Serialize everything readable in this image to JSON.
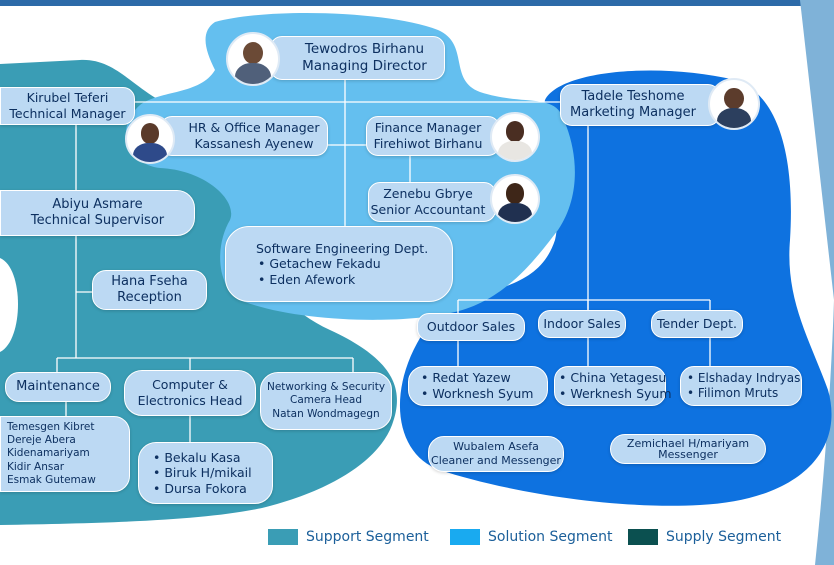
{
  "colors": {
    "support": "#3a9db5",
    "solution": "#19aaf0",
    "supply": "#0b5050",
    "marketing_blob": "#0e72e0",
    "mid_blob": "#64bfef",
    "box_fill": "#bcd9f3",
    "text": "#0d3060"
  },
  "nodes": {
    "md": {
      "lines": [
        "Tewodros Birhanu",
        "Managing Director"
      ]
    },
    "tech_manager": {
      "lines": [
        "Kirubel Teferi",
        "Technical Manager"
      ]
    },
    "hr": {
      "lines": [
        "HR & Office Manager",
        "Kassanesh Ayenew"
      ]
    },
    "finance": {
      "lines": [
        "Finance Manager",
        "Firehiwot Birhanu"
      ]
    },
    "marketing": {
      "lines": [
        "Tadele Teshome",
        "Marketing Manager"
      ]
    },
    "accountant": {
      "lines": [
        "Zenebu Gbrye",
        "Senior Accountant"
      ]
    },
    "software": {
      "title": "Software Engineering Dept.",
      "members": [
        "Getachew Fekadu",
        "Eden Afework"
      ]
    },
    "supervisor": {
      "lines": [
        "Abiyu Asmare",
        "Technical Supervisor"
      ]
    },
    "reception": {
      "lines": [
        "Hana Fseha",
        "Reception"
      ]
    },
    "maintenance": {
      "lines": [
        "Maintenance"
      ]
    },
    "maintenance_staff": {
      "lines": [
        "Temesgen Kibret",
        "Dereje Abera",
        "Kidenamariyam",
        "Kidir Ansar",
        "Esmak Gutemaw"
      ]
    },
    "computer": {
      "lines": [
        "Computer &",
        "Electronics Head"
      ]
    },
    "computer_staff": {
      "members": [
        "Bekalu Kasa",
        "Biruk H/mikail",
        "Dursa Fokora"
      ]
    },
    "networking": {
      "lines": [
        "Networking & Security",
        "Camera Head",
        "Natan Wondmagegn"
      ]
    },
    "outdoor": {
      "lines": [
        "Outdoor Sales"
      ]
    },
    "indoor": {
      "lines": [
        "Indoor Sales"
      ]
    },
    "tender": {
      "lines": [
        "Tender Dept."
      ]
    },
    "outdoor_staff": {
      "members": [
        "Redat Yazew",
        "Worknesh Syum"
      ]
    },
    "indoor_staff": {
      "members": [
        "China Yetagesu",
        "Werknesh Syum"
      ]
    },
    "tender_staff": {
      "members": [
        "Elshaday Indryas",
        "Filimon Mruts"
      ]
    },
    "cleaner": {
      "lines": [
        "Wubalem Asefa",
        "Cleaner and Messenger"
      ]
    },
    "messenger": {
      "lines": [
        "Zemichael H/mariyam",
        "Messenger"
      ]
    }
  },
  "legend": {
    "support": "Support Segment",
    "solution": "Solution Segment",
    "supply": "Supply Segment"
  }
}
